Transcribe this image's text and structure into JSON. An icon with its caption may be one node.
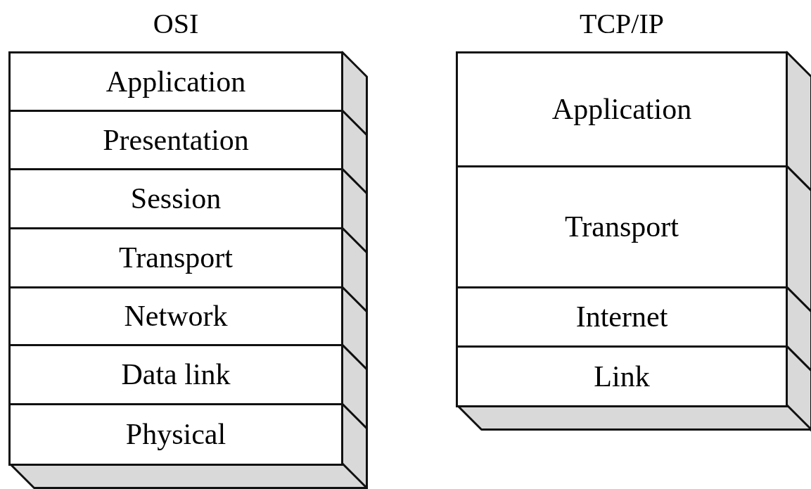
{
  "diagram": {
    "nodes": [
      {
        "text": [
          "OSI"
        ]
      },
      {
        "text": [
          "Application"
        ],
        "in": 0
      },
      {
        "text": [
          "Presentation"
        ],
        "in": 0
      },
      {
        "text": [
          "Session"
        ],
        "in": 0
      },
      {
        "text": [
          "Transport"
        ],
        "in": 0
      },
      {
        "text": [
          "Network"
        ],
        "in": 0
      },
      {
        "text": [
          "Data link"
        ],
        "in": 0
      },
      {
        "text": [
          "Physical"
        ],
        "in": 0
      },
      {
        "text": [
          "TCP/IP"
        ]
      },
      {
        "text": [
          "Application"
        ],
        "in": 8
      },
      {
        "text": [
          "Transport"
        ],
        "in": 8
      },
      {
        "text": [
          "Internet"
        ],
        "in": 8
      },
      {
        "text": [
          "Link"
        ],
        "in": 8
      }
    ]
  }
}
